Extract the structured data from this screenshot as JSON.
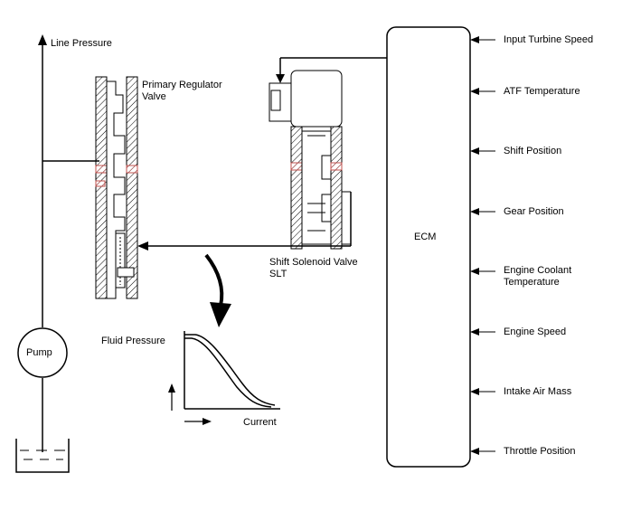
{
  "labels": {
    "line_pressure": "Line Pressure",
    "primary_regulator_valve": [
      "Primary Regulator",
      "Valve"
    ],
    "shift_solenoid_valve": [
      "Shift Solenoid Valve",
      "SLT"
    ],
    "pump": "Pump",
    "ecm": "ECM",
    "fluid_pressure": "Fluid Pressure",
    "current": "Current"
  },
  "ecm_inputs": [
    [
      "Input Turbine Speed"
    ],
    [
      "ATF Temperature"
    ],
    [
      "Shift Position"
    ],
    [
      "Gear Position"
    ],
    [
      "Engine Coolant",
      "Temperature"
    ],
    [
      "Engine Speed"
    ],
    [
      "Intake Air Mass"
    ],
    [
      "Throttle Position"
    ]
  ],
  "colors": {
    "line": "#000000",
    "hatch_accent": "#c0504d"
  }
}
